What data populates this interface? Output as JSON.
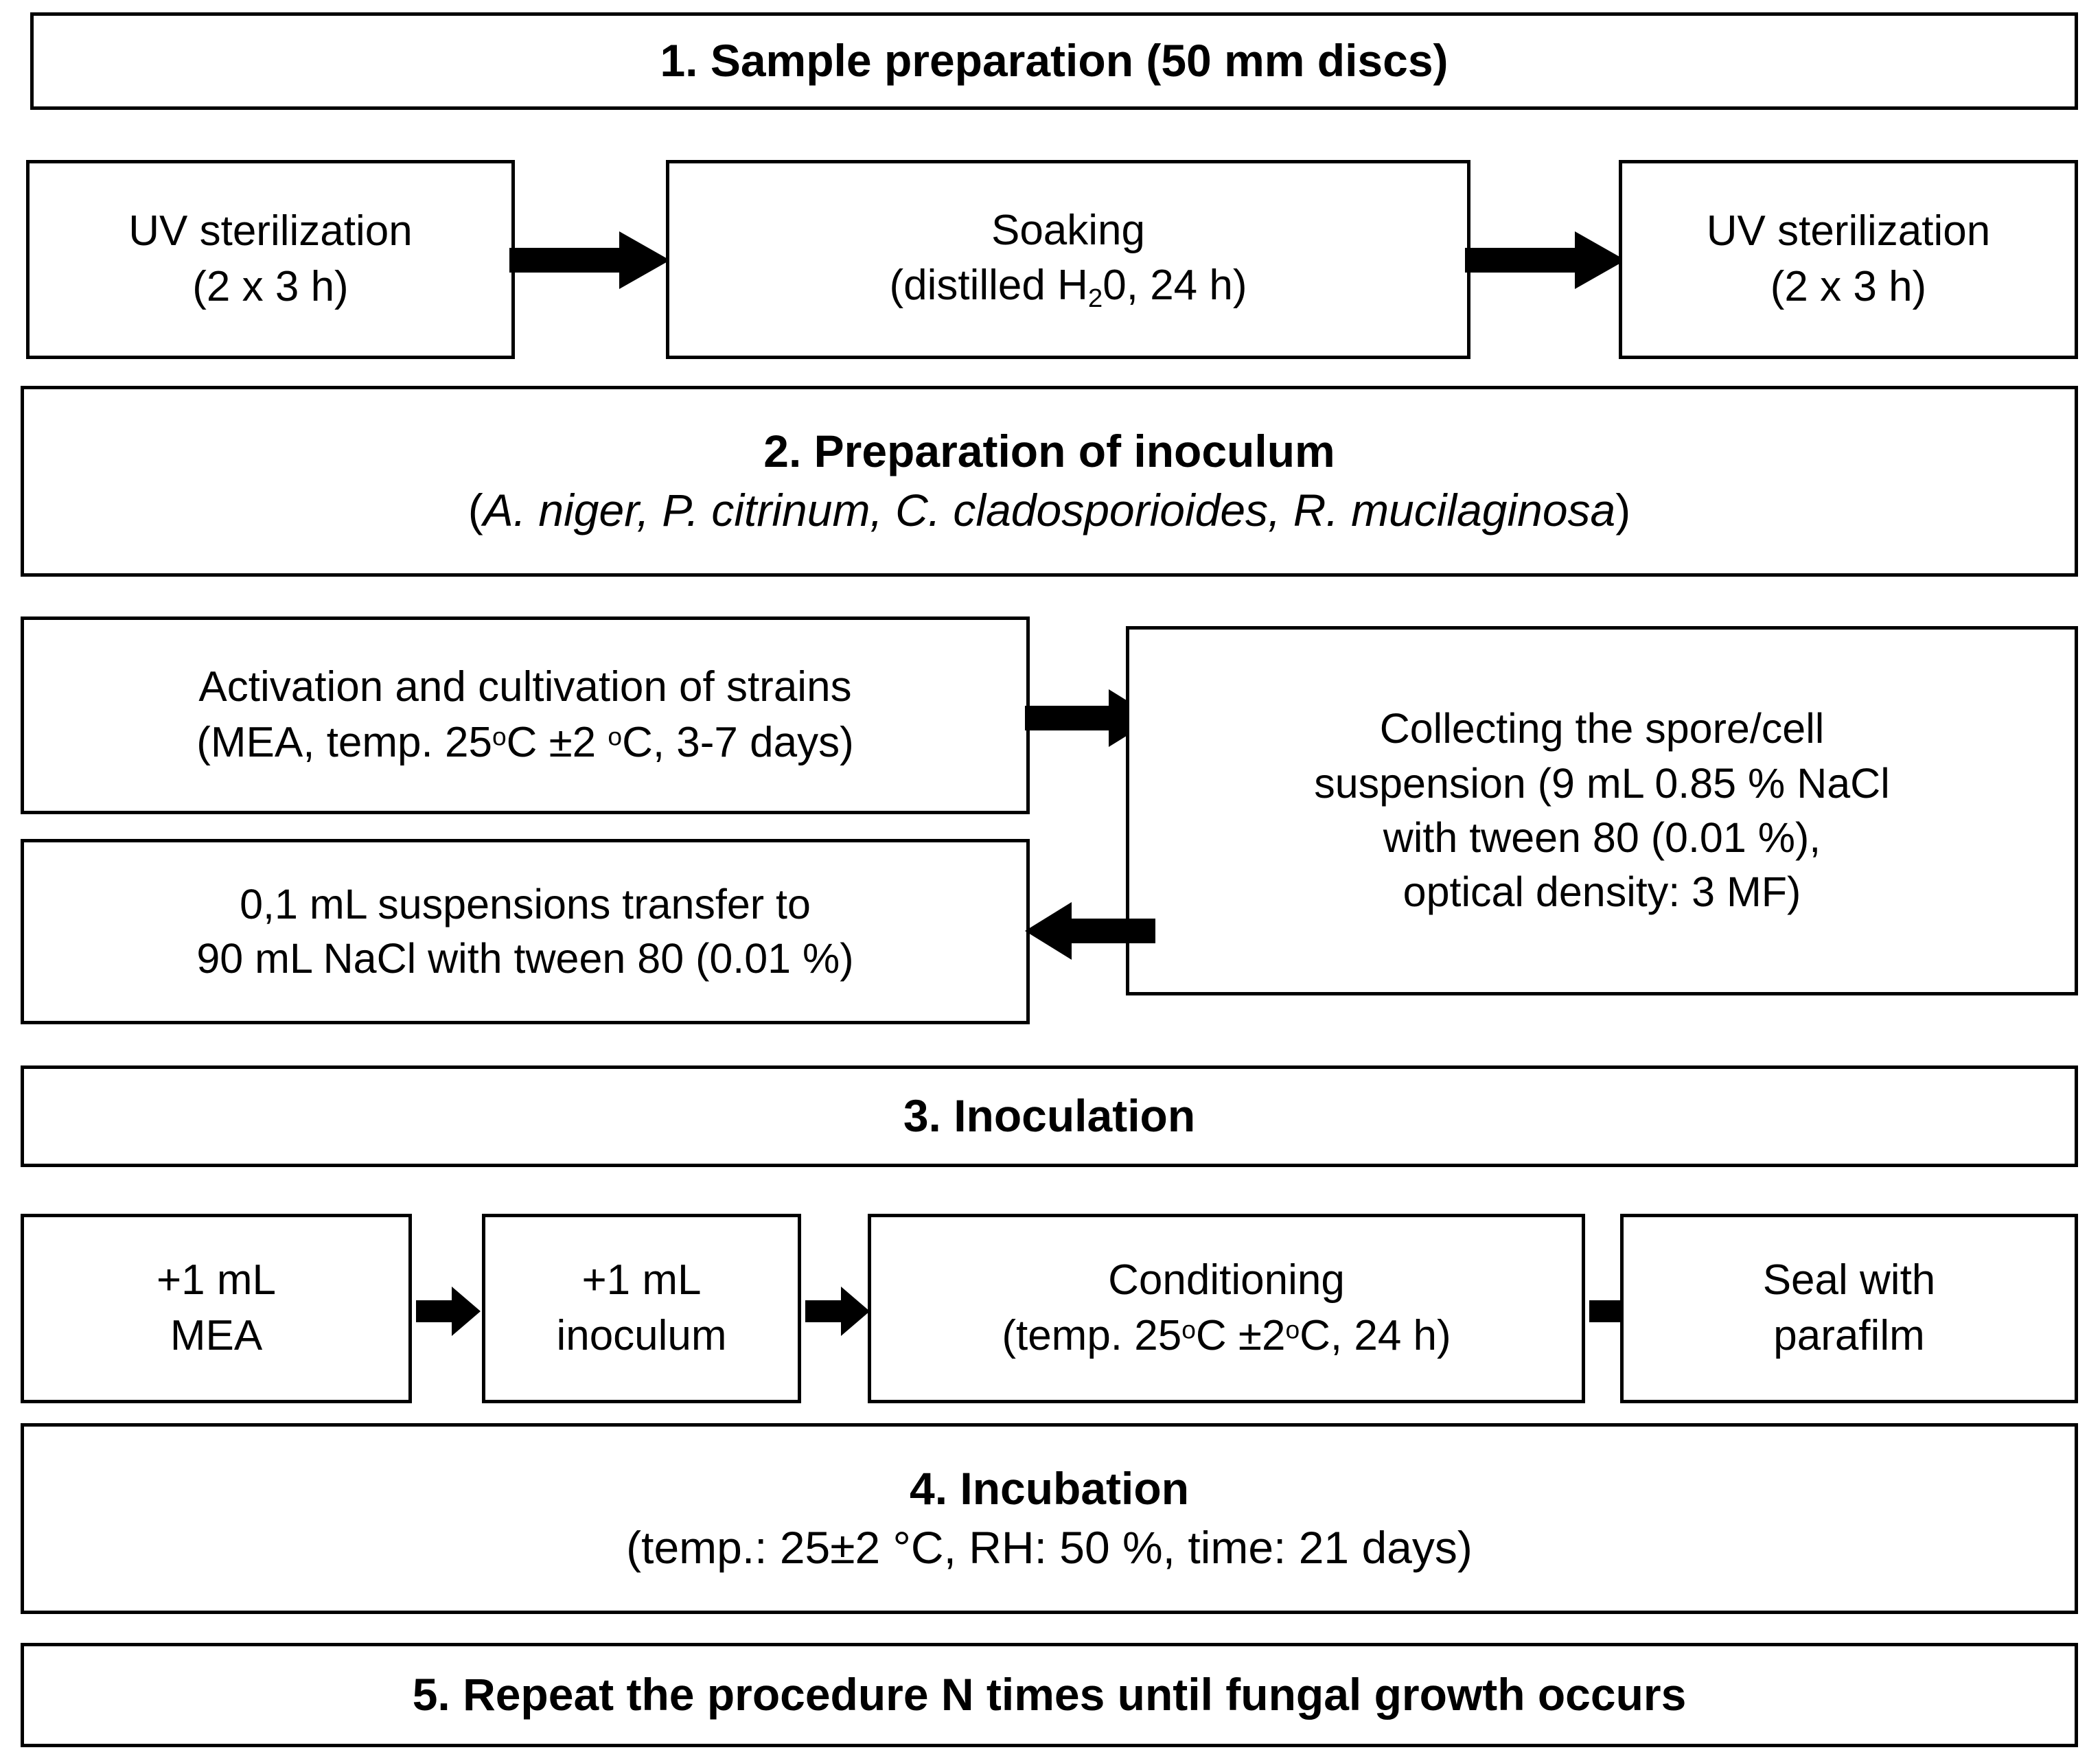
{
  "diagram": {
    "title": "Experimental procedure for fungal growth testing",
    "background_color": "#ffffff",
    "line_color": "#000000"
  },
  "steps": [
    {
      "id": "step1",
      "number": "1.",
      "banner": "1. Sample preparation (50 mm discs)"
    },
    {
      "id": "step2",
      "number": "2.",
      "banner_line1": "2. Preparation of inoculum",
      "banner_line2_open": "(",
      "banner_line2_italic": "A. niger, P. citrinum, C. cladosporioides, R. mucilaginosa",
      "banner_line2_close": ")"
    },
    {
      "id": "step3",
      "number": "3.",
      "banner": "3. Inoculation"
    },
    {
      "id": "step4",
      "number": "4.",
      "banner_line1": "4. Incubation",
      "banner_line2": "(temp.: 25±2 °C, RH: 50 %, time: 21 days)"
    },
    {
      "id": "step5",
      "number": "5.",
      "banner": "5. Repeat the procedure N times until fungal growth occurs"
    }
  ],
  "row1": {
    "uv_left": {
      "line1": "UV sterilization",
      "line2": "(2 x 3 h)"
    },
    "soaking": {
      "line1": "Soaking",
      "line2_a": "(distilled H",
      "line2_sub": "2",
      "line2_b": "0, 24 h)"
    },
    "uv_right": {
      "line1": "UV sterilization",
      "line2": "(2 x 3 h)"
    }
  },
  "row2": {
    "activation": {
      "line1": "Activation and cultivation of strains",
      "line2_a": "(MEA, temp. 25",
      "line2_sup1": "o",
      "line2_b": "C ±2 ",
      "line2_sup2": "o",
      "line2_c": "C, 3-7 days)"
    },
    "collecting": {
      "line1": "Collecting the spore/cell",
      "line2": "suspension (9 mL 0.85 % NaCl",
      "line3": "with tween 80 (0.01 %),",
      "line4": "optical density: 3 MF)"
    },
    "transfer": {
      "line1": "0,1 mL suspensions transfer to",
      "line2": "90 mL NaCl with tween 80 (0.01 %)"
    }
  },
  "row3": {
    "mea": {
      "line1": "+1 mL",
      "line2": "MEA"
    },
    "inoculum": {
      "line1": "+1 mL",
      "line2": "inoculum"
    },
    "conditioning": {
      "line1": "Conditioning",
      "line2_a": "(temp. 25",
      "line2_sup1": "o",
      "line2_b": "C ±2",
      "line2_sup2": "o",
      "line2_c": "C, 24 h)"
    },
    "seal": {
      "line1": "Seal with",
      "line2": "parafilm"
    }
  },
  "arrows": [
    {
      "name": "arrow-uvleft-to-soaking",
      "direction": "right"
    },
    {
      "name": "arrow-soaking-to-uvright",
      "direction": "right"
    },
    {
      "name": "arrow-activation-to-collecting",
      "direction": "right"
    },
    {
      "name": "arrow-collecting-to-transfer",
      "direction": "left"
    },
    {
      "name": "arrow-mea-to-inoculum",
      "direction": "right"
    },
    {
      "name": "arrow-inoculum-to-conditioning",
      "direction": "right"
    },
    {
      "name": "arrow-conditioning-to-seal",
      "direction": "right"
    }
  ]
}
